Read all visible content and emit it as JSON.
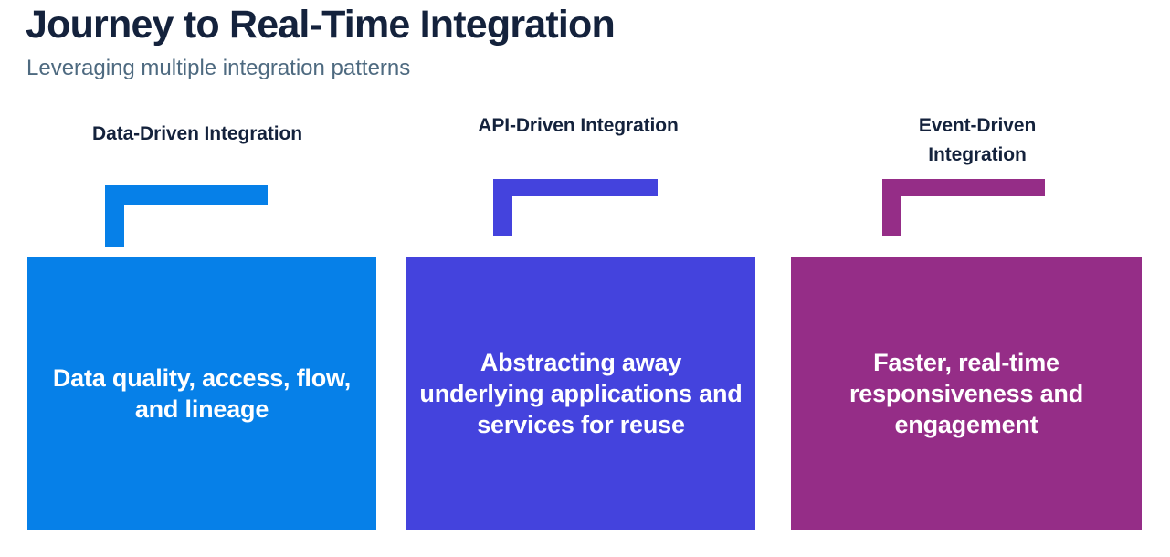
{
  "header": {
    "title": "Journey to Real-Time Integration",
    "subtitle": "Leveraging multiple integration patterns",
    "title_color": "#14223c",
    "subtitle_color": "#4e6a80"
  },
  "columns": [
    {
      "heading": "Data-Driven Integration",
      "card_text": "Data quality, access, flow, and lineage",
      "color": "#0680e8",
      "accent_name": "blue"
    },
    {
      "heading": "API-Driven Integration",
      "card_text": "Abstracting away underlying applications and services for reuse",
      "color": "#4443dd",
      "accent_name": "indigo"
    },
    {
      "heading": "Event-Driven Integration",
      "card_text": "Faster, real-time responsiveness and engagement",
      "color": "#952d87",
      "accent_name": "magenta"
    }
  ],
  "background_color": "#ffffff"
}
